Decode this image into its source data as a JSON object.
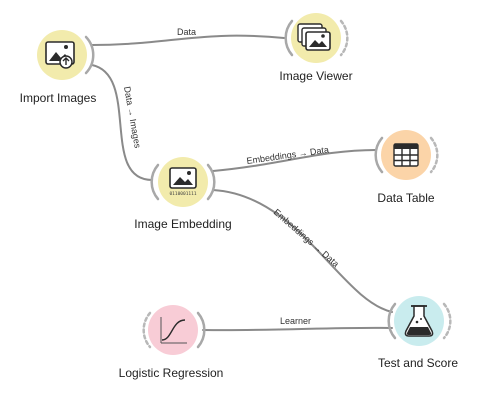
{
  "widgets": {
    "import_images": {
      "title": "Import Images",
      "color": "#f2ebac",
      "icon": "import-images-icon"
    },
    "image_viewer": {
      "title": "Image Viewer",
      "color": "#f2ebac",
      "icon": "image-viewer-icon"
    },
    "image_embedding": {
      "title": "Image Embedding",
      "color": "#f2ebac",
      "icon": "image-embedding-icon"
    },
    "data_table": {
      "title": "Data Table",
      "color": "#fbd4a8",
      "icon": "data-table-icon"
    },
    "logistic_regression": {
      "title": "Logistic Regression",
      "color": "#f8ccd6",
      "icon": "logistic-regression-icon"
    },
    "test_and_score": {
      "title": "Test and Score",
      "color": "#c9ecee",
      "icon": "test-and-score-icon"
    }
  },
  "links": {
    "import_to_viewer": "Data",
    "import_to_embedding": "Data → Images",
    "embedding_to_table": "Embeddings → Data",
    "embedding_to_score": "Embeddings → Data",
    "regression_to_score": "Learner"
  },
  "embedding_bits": "0110001111"
}
